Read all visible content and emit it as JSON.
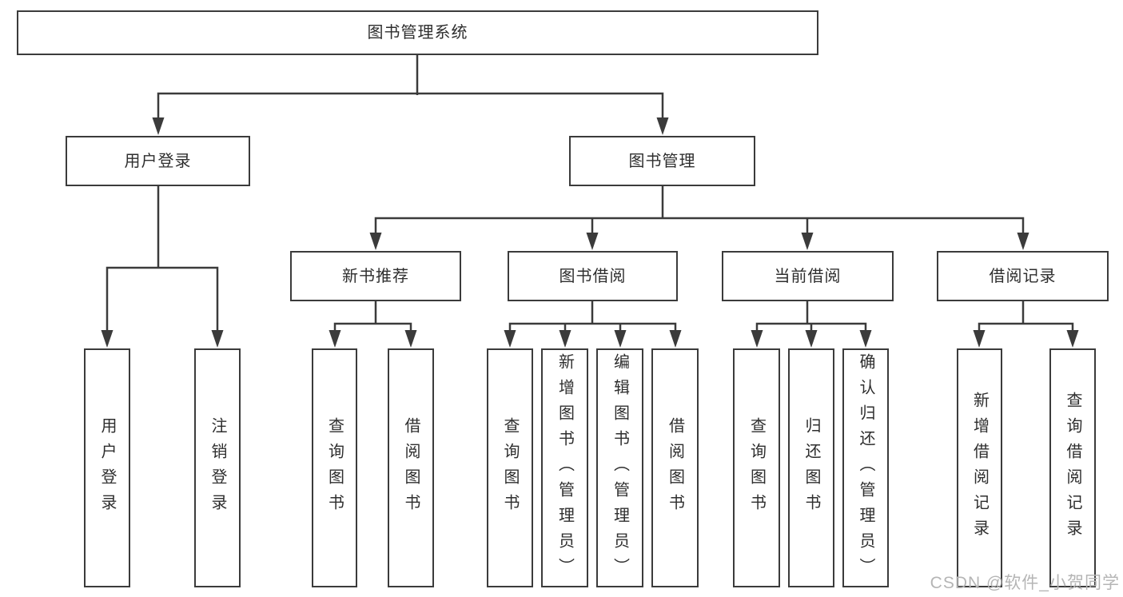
{
  "colors": {
    "line": "#3b3b3b",
    "text": "#2e2e2e",
    "background": "#ffffff",
    "watermark": "#b5b5b5"
  },
  "diagram": {
    "root_label": "图书管理系统",
    "branches": [
      {
        "label": "用户登录",
        "children": [
          {
            "label": "用户登录"
          },
          {
            "label": "注销登录"
          }
        ]
      },
      {
        "label": "图书管理",
        "children": [
          {
            "label": "新书推荐",
            "children": [
              {
                "label": "查询图书"
              },
              {
                "label": "借阅图书"
              }
            ]
          },
          {
            "label": "图书借阅",
            "children": [
              {
                "label": "查询图书"
              },
              {
                "label": "新增图书（管理员）"
              },
              {
                "label": "编辑图书（管理员）"
              },
              {
                "label": "借阅图书"
              }
            ]
          },
          {
            "label": "当前借阅",
            "children": [
              {
                "label": "查询图书"
              },
              {
                "label": "归还图书"
              },
              {
                "label": "确认归还（管理员）"
              }
            ]
          },
          {
            "label": "借阅记录",
            "children": [
              {
                "label": "新增借阅记录"
              },
              {
                "label": "查询借阅记录"
              }
            ]
          }
        ]
      }
    ]
  },
  "watermark": {
    "text": "CSDN @软件_小贺同学"
  }
}
